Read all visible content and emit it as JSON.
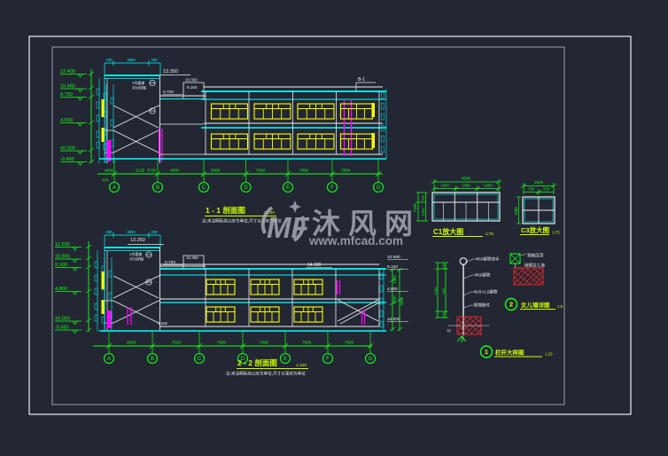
{
  "watermark": {
    "logo": "MF",
    "brand": "沐风网",
    "url": "www.mfcad.com"
  },
  "drawing1": {
    "title": "1 - 1 剖面图",
    "scale": "1:100",
    "note": "注:未注明标高以米为单位,尺寸以毫米为单位",
    "roof_label": "13.350",
    "flag_label": "B-1",
    "annex_a": "0.700",
    "annex_b": "10.350",
    "annex_c": "9.150",
    "stair_note_1": "3号楼梯",
    "stair_note_2": "详大样图",
    "elevations": [
      "12.400",
      "10.480",
      "9.750",
      "4.500",
      "±0.000",
      "-0.450"
    ],
    "top_dims": [
      "230",
      "3000",
      "230"
    ],
    "dims": [
      "4800",
      "2120",
      "3726",
      "4800",
      "3000",
      "7800",
      "7800",
      "7800"
    ],
    "sub_dim": "870",
    "axes": [
      "A",
      "B",
      "C",
      "D",
      "E",
      "F",
      "G"
    ]
  },
  "drawing2": {
    "title": "2 - 2 剖面图",
    "scale": "1:100",
    "note": "注:未注明标高以米为单位,尺寸以毫米为单位",
    "roof_label": "13.350",
    "ridge_label": "14.100",
    "base_label": "-1.500",
    "annex_a": "0.700",
    "annex_b": "10.350",
    "stair_note_1": "3号楼梯",
    "stair_note_2": "详大样图",
    "elevations_left": [
      "12.500",
      "10.800",
      "9.100",
      "4.800",
      "±0.000",
      "-0.450"
    ],
    "elevations_right": [
      "10.650",
      "9.100",
      "4.500",
      "±0.000"
    ],
    "side_dims_right": [
      "1500",
      "4500",
      "4950"
    ],
    "top_dims": [
      "230",
      "3000",
      "230"
    ],
    "dims": [
      "4800",
      "7500",
      "7800",
      "7800",
      "7500",
      "7500"
    ],
    "axes": [
      "A",
      "B",
      "C",
      "D",
      "E",
      "F",
      "G"
    ]
  },
  "details": {
    "c1": {
      "title": "C1放大图",
      "scale": "1:75",
      "total_width": "4500",
      "width_segments": [
        "1400",
        "1400",
        "1400"
      ],
      "total_height": "2100",
      "height_segments": [
        "750",
        "1350"
      ]
    },
    "c3": {
      "title": "C3放大图",
      "scale": "1:75",
      "total_width": "1500",
      "width_segments": [
        "750",
        "750"
      ],
      "total_height": "1500"
    },
    "railing": {
      "bubble": "1",
      "title": "栏杆大样图",
      "scale": "1:15",
      "ann": [
        "Φ50钢管扶手",
        "Φ50钢管",
        "Φ25×2.5钢管",
        "预埋铁件"
      ],
      "height_segments": [
        "150",
        "900",
        "150"
      ],
      "total_height": "1200",
      "base_dim": "75"
    },
    "coping": {
      "bubble": "2",
      "title": "女儿墙详图",
      "scale": "1:5",
      "labels": [
        "预制压顶",
        "砖砌女儿墙"
      ]
    }
  }
}
